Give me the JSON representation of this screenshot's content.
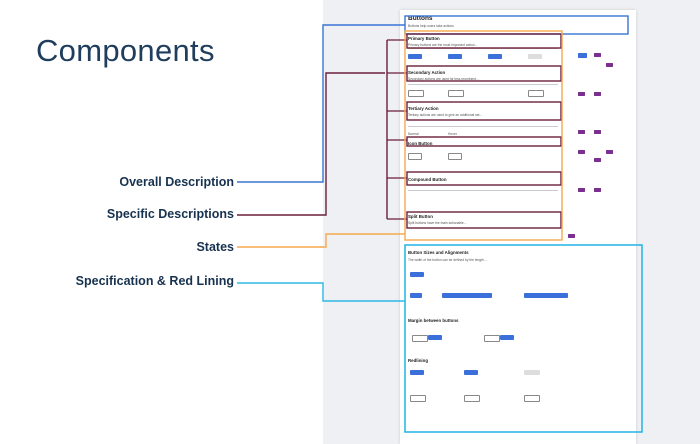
{
  "slide": {
    "title": "Components",
    "labels": [
      "Overall Description",
      "Specific Descriptions",
      "States",
      "Specification & Red Lining"
    ]
  },
  "colors": {
    "overall": "#3a74d6",
    "specific": "#6b1f3c",
    "states": "#f5a94d",
    "spec": "#2eb8e6",
    "title": "#1f3d5c"
  },
  "doc": {
    "page_title": "Buttons",
    "sections": [
      "Primary Button",
      "Secondary Action",
      "Tertiary Action",
      "Icon Button",
      "Compound Button",
      "Split Button"
    ],
    "spec_title": "Button Sizes and Alignments",
    "spec_sub1": "Margin between buttons",
    "spec_sub2": "Redlining"
  }
}
